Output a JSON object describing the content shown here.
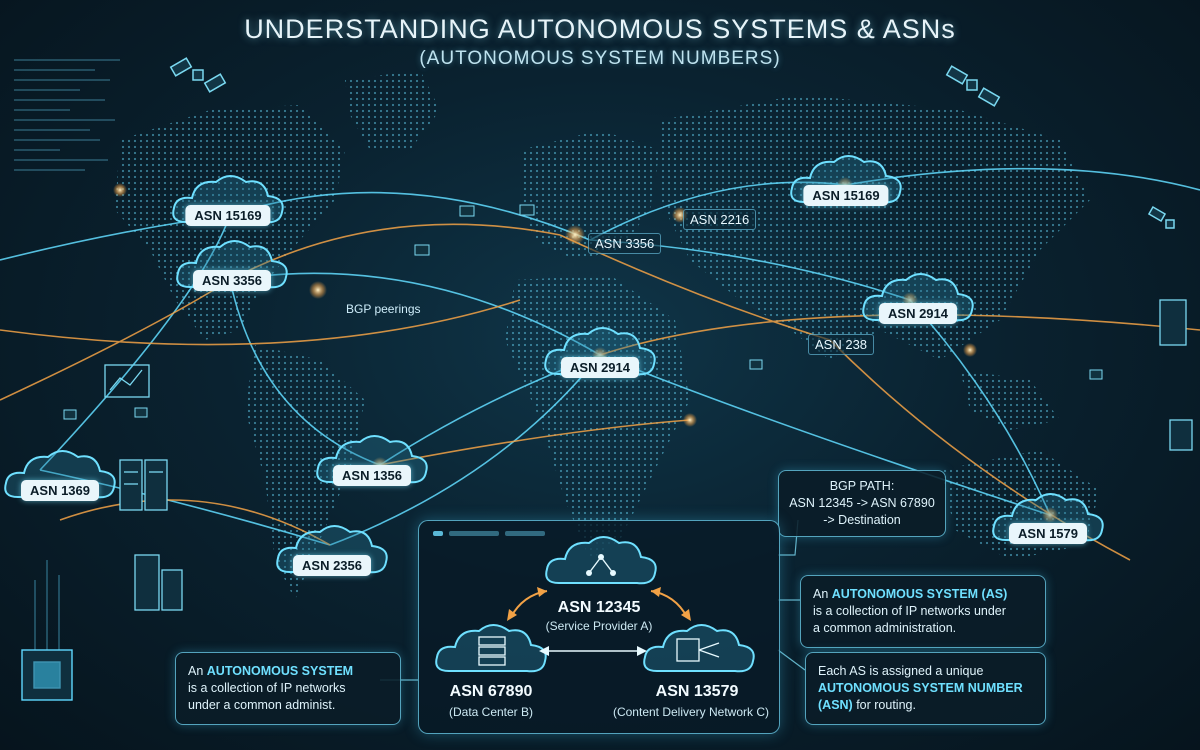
{
  "title": "UNDERSTANDING AUTONOMOUS SYSTEMS & ASNs",
  "subtitle": "(AUTONOMOUS SYSTEM NUMBERS)",
  "map_clouds": [
    {
      "label": "ASN 15169"
    },
    {
      "label": "ASN 3356"
    },
    {
      "label": "ASN 1369"
    },
    {
      "label": "ASN 1356"
    },
    {
      "label": "ASN 2356"
    },
    {
      "label": "ASN 2914"
    },
    {
      "label": "ASN 15169"
    },
    {
      "label": "ASN 2914"
    },
    {
      "label": "ASN 1579"
    }
  ],
  "map_tags": [
    {
      "label": "ASN 3356"
    },
    {
      "label": "ASN 2216"
    },
    {
      "label": "ASN 238"
    }
  ],
  "bgp_peerings_label": "BGP peerings",
  "bgp_path": {
    "heading": "BGP PATH:",
    "line1": "ASN 12345 -> ASN 67890",
    "line2": "-> Destination"
  },
  "panel": {
    "top": {
      "name": "ASN 12345",
      "sub": "(Service Provider A)"
    },
    "left": {
      "name": "ASN 67890",
      "sub": "(Data Center B)"
    },
    "right": {
      "name": "ASN 13579",
      "sub": "(Content Delivery Network C)"
    }
  },
  "callout_left": {
    "pre": "An ",
    "highlight": "AUTONOMOUS SYSTEM",
    "line2": "is a collection of IP networks",
    "line3": "under a common administ."
  },
  "callout_right_top": {
    "pre": "An ",
    "highlight": "AUTONOMOUS SYSTEM (AS)",
    "line2": "is a collection of IP networks under",
    "line3": "a common administration."
  },
  "callout_right_bottom": {
    "line1": "Each AS is assigned a unique",
    "highlight1": "AUTONOMOUS SYSTEM NUMBER",
    "highlight2": "(ASN)",
    "post": " for routing."
  },
  "colors": {
    "accent": "#5fd8ff",
    "route_orange": "#f2a246",
    "background": "#0a2230",
    "label_bg": "#e9f6fb"
  }
}
